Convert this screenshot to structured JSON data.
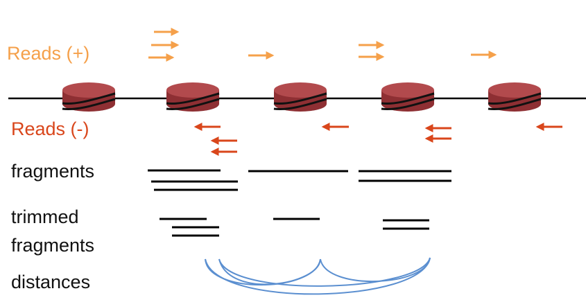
{
  "labels": {
    "reads_plus": "Reads (+)",
    "reads_minus": "Reads (-)",
    "fragments": "fragments",
    "trimmed_line1": "trimmed",
    "trimmed_line2": "fragments",
    "distances": "distances"
  },
  "colors": {
    "reads_plus": "#F5A04A",
    "reads_minus": "#D9461B",
    "nucleosome_top": "#B24A4D",
    "nucleosome_side": "#8E2F33",
    "lines": "#000000",
    "distances": "#5B8FD0"
  }
}
